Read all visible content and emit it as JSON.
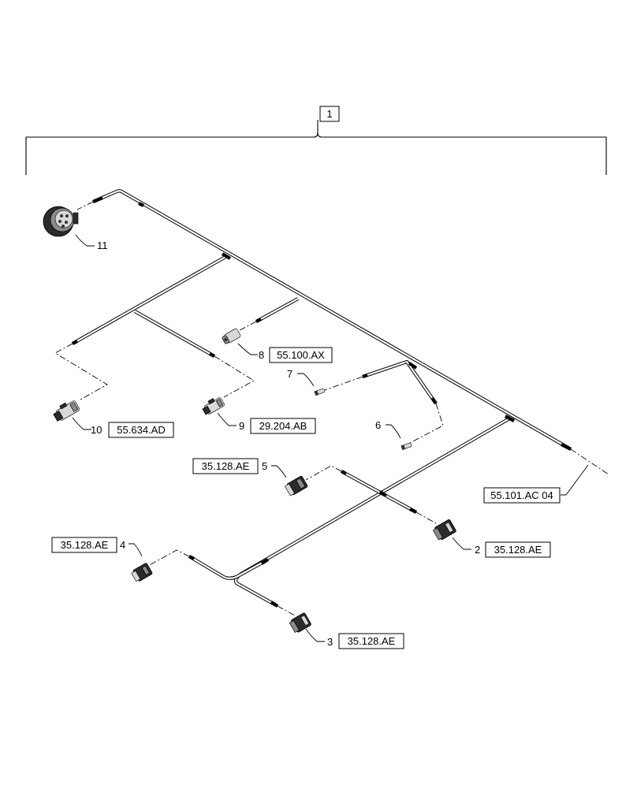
{
  "assembly": {
    "item_number": "1"
  },
  "callouts": [
    {
      "id": "11",
      "number": "11",
      "ref": ""
    },
    {
      "id": "8",
      "number": "8",
      "ref": "55.100.AX"
    },
    {
      "id": "7",
      "number": "7",
      "ref": ""
    },
    {
      "id": "10",
      "number": "10",
      "ref": "55.634.AD"
    },
    {
      "id": "9",
      "number": "9",
      "ref": "29.204.AB"
    },
    {
      "id": "6",
      "number": "6",
      "ref": ""
    },
    {
      "id": "5",
      "number": "5",
      "ref": "35.128.AE"
    },
    {
      "id": "4",
      "number": "4",
      "ref": "35.128.AE"
    },
    {
      "id": "2",
      "number": "2",
      "ref": "35.128.AE"
    },
    {
      "id": "3",
      "number": "3",
      "ref": "35.128.AE"
    }
  ],
  "continuation_ref": "55.101.AC 04"
}
